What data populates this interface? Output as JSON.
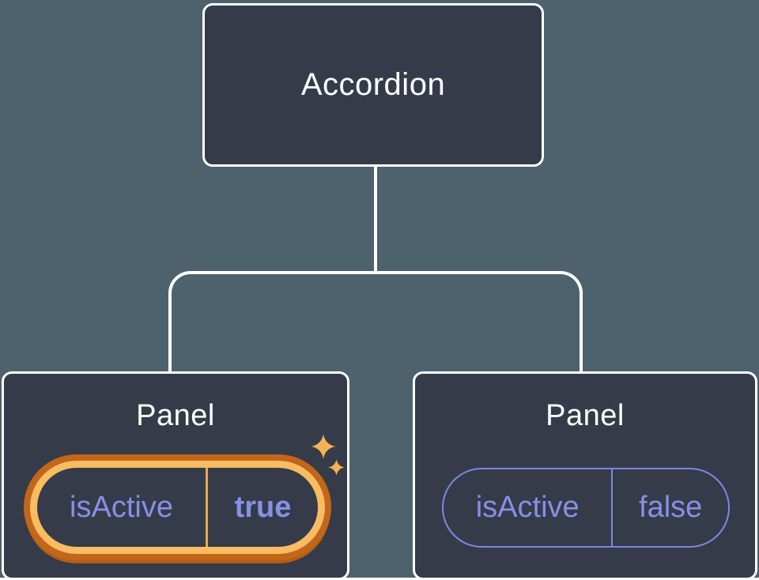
{
  "tree": {
    "root": {
      "label": "Accordion"
    },
    "children": [
      {
        "label": "Panel",
        "state": {
          "key": "isActive",
          "value": "true"
        },
        "highlighted": true
      },
      {
        "label": "Panel",
        "state": {
          "key": "isActive",
          "value": "false"
        },
        "highlighted": false
      }
    ]
  },
  "colors": {
    "background": "#4d626c",
    "node_fill": "#353b49",
    "node_border": "#ffffff",
    "connector": "#ffffff",
    "title_text": "#ffffff",
    "state_text": "#8690e6",
    "inactive_pill_border": "#7d87e0",
    "highlight_ring_outer": "#c2661a",
    "highlight_ring_inner": "#f8bc61",
    "highlight_divider": "#e8a94f",
    "sparkle": "#f4b254"
  }
}
